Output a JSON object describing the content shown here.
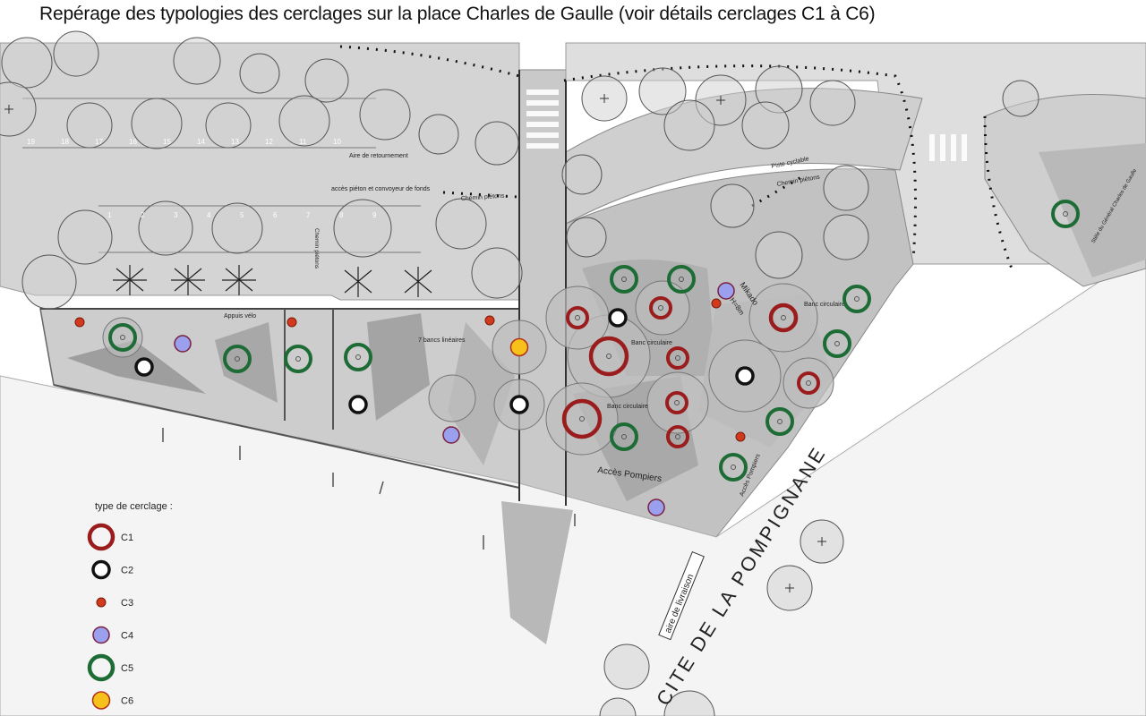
{
  "title": "Repérage des typologies des cerclages sur la place Charles de Gaulle (voir détails cerclages C1 à C6)",
  "legend": {
    "heading": "type de cerclage :",
    "items": [
      {
        "code": "C1",
        "color": "#9b1c1c",
        "style": "large-ring"
      },
      {
        "code": "C2",
        "color": "#111111",
        "style": "ring"
      },
      {
        "code": "C3",
        "color": "#d23a1e",
        "style": "dot"
      },
      {
        "code": "C4",
        "color": "#9aa0ee",
        "style": "filled-circle"
      },
      {
        "code": "C5",
        "color": "#1d6b35",
        "style": "large-ring"
      },
      {
        "code": "C6",
        "color": "#f5c11a",
        "style": "filled-circle"
      }
    ]
  },
  "map_labels": {
    "aire_retournement": "Aire de retournement",
    "acces_pieton": "accès piéton et convoyeur de fonds",
    "chemin_pietons_1": "Chemin piétons",
    "chemin_pietons_2": "Chemin piétons",
    "chemin_pietons_v": "Chemin piétons",
    "piste_cyclable": "Piste cyclable",
    "appuis_velo": "Appuis vélo",
    "bancs_lineaires": "7 bancs linéaires",
    "banc_1": "Banc circulaire",
    "banc_2": "Banc circulaire",
    "banc_3": "Banc circulaire",
    "mikado": "Mikado",
    "mikado_h": "H=8m",
    "acces_pompiers": "Accès Pompiers",
    "acces_pompiers_2": "Accès Pompiers",
    "stele": "Stèle du Général Charles de Gaulle",
    "aire_livraison": "aire de livraison",
    "cite_street": "CITE DE LA POMPIGNANE",
    "parking_numbers_top": [
      "19",
      "18",
      "17",
      "16",
      "15",
      "14",
      "13",
      "12",
      "11",
      "10"
    ],
    "parking_numbers_bottom": [
      "1",
      "2",
      "3",
      "4",
      "5",
      "6",
      "7",
      "8",
      "9"
    ]
  },
  "trees": {
    "c1": [
      [
        645,
        355
      ],
      [
        738,
        344
      ],
      [
        680,
        398
      ],
      [
        757,
        400
      ],
      [
        756,
        450
      ],
      [
        757,
        488
      ],
      [
        903,
        428
      ],
      [
        650,
        468
      ],
      [
        875,
        355
      ]
    ],
    "c2": [
      [
        690,
        355
      ],
      [
        161,
        410
      ],
      [
        400,
        452
      ],
      [
        580,
        452
      ],
      [
        832,
        420
      ]
    ],
    "c3": [
      [
        89,
        360
      ],
      [
        326,
        360
      ],
      [
        547,
        358
      ],
      [
        800,
        339
      ],
      [
        827,
        488
      ]
    ],
    "c4": [
      [
        204,
        384
      ],
      [
        504,
        486
      ],
      [
        811,
        325
      ],
      [
        733,
        567
      ]
    ],
    "c5": [
      [
        137,
        377
      ],
      [
        265,
        401
      ],
      [
        333,
        401
      ],
      [
        400,
        399
      ],
      [
        697,
        312
      ],
      [
        761,
        312
      ],
      [
        957,
        334
      ],
      [
        935,
        384
      ],
      [
        697,
        488
      ],
      [
        871,
        471
      ],
      [
        819,
        522
      ],
      [
        1190,
        239
      ]
    ],
    "c6": [
      [
        580,
        388
      ]
    ]
  }
}
